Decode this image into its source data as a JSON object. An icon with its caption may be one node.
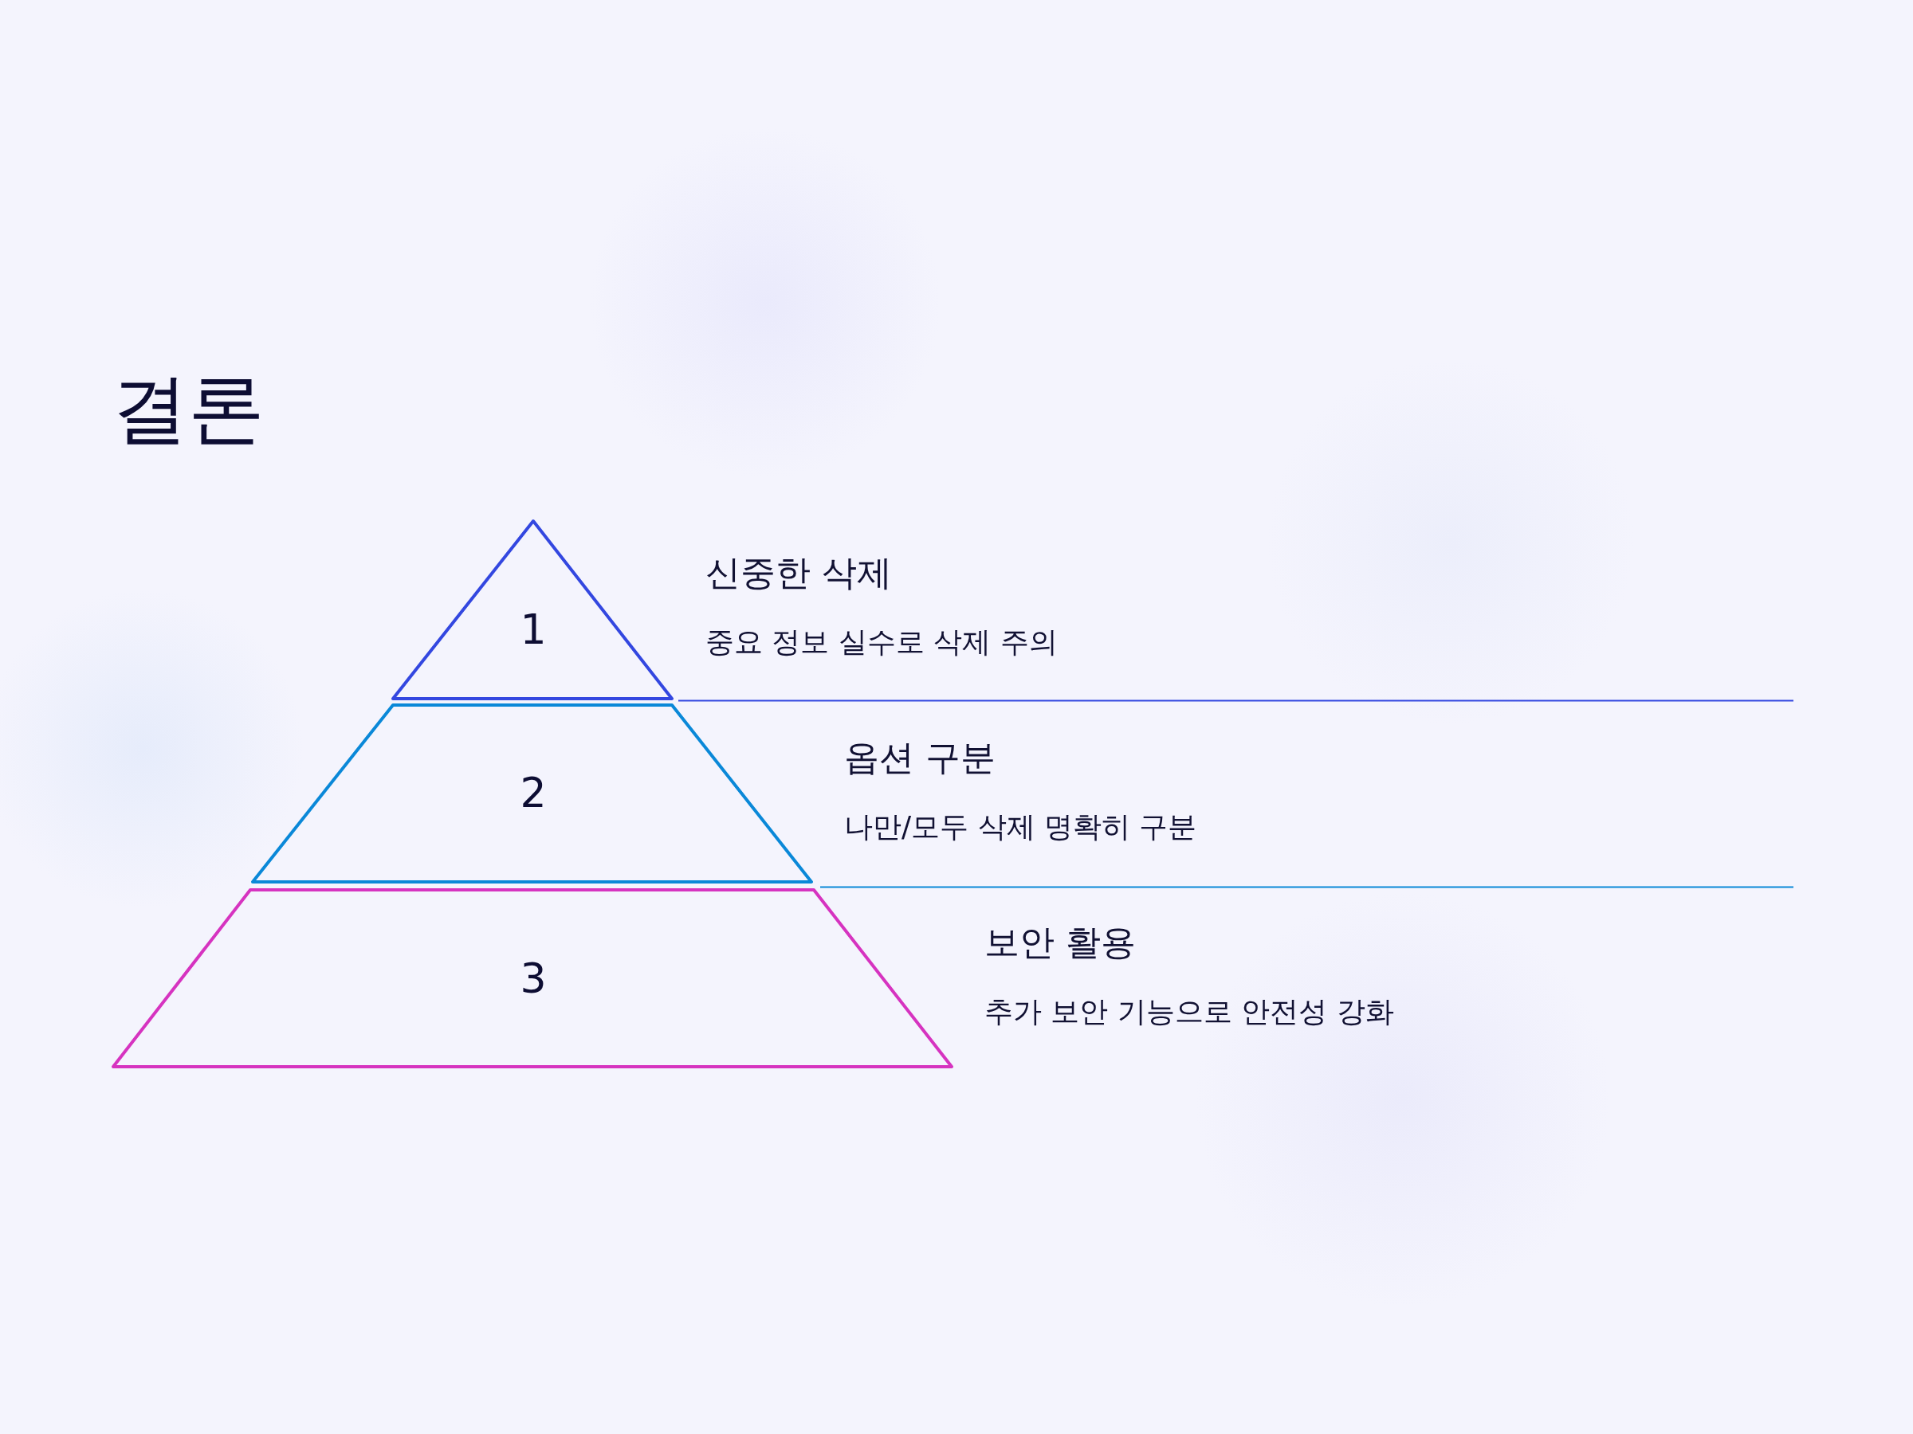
{
  "diagram": {
    "title": "결론",
    "nodes": [
      {
        "text": [
          "1"
        ],
        "beside": [
          "신중한 삭제",
          "중요 정보 실수로 삭제 주의"
        ]
      },
      {
        "text": [
          "2"
        ],
        "beside": [
          "옵션 구분",
          "나만/모두 삭제 명확히 구분"
        ]
      },
      {
        "text": [
          "3"
        ],
        "beside": [
          "보안 활용",
          "추가 보안 기능으로 안전성 강화"
        ]
      }
    ]
  }
}
